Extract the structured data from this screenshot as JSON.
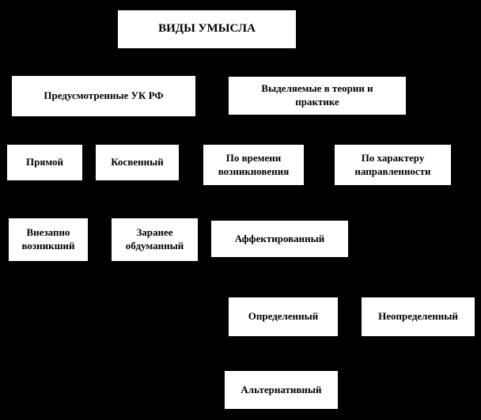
{
  "diagram": {
    "title": "ВИДЫ УМЫСЛА",
    "colors": {
      "background": "#000000",
      "box_background": "#ffffff",
      "box_border": "#000000",
      "text": "#000000"
    },
    "nodes": {
      "title": {
        "label": "ВИДЫ УМЫСЛА"
      },
      "uk_rf": {
        "label": "Предусмотренные УК РФ"
      },
      "theory_practice": {
        "label": "Выделяемые в теории и практике"
      },
      "direct": {
        "label": "Прямой"
      },
      "indirect": {
        "label": "Косвенный"
      },
      "by_time": {
        "label": "По времени возникновения"
      },
      "by_character": {
        "label": "По характеру направленности"
      },
      "sudden": {
        "label": "Внезапно возникший"
      },
      "premeditated": {
        "label": "Заранее обдуманный"
      },
      "affected": {
        "label": "Аффектированный"
      },
      "determined": {
        "label": "Определенный"
      },
      "undetermined": {
        "label": "Неопределенный"
      },
      "alternative": {
        "label": "Альтернативный"
      }
    }
  }
}
